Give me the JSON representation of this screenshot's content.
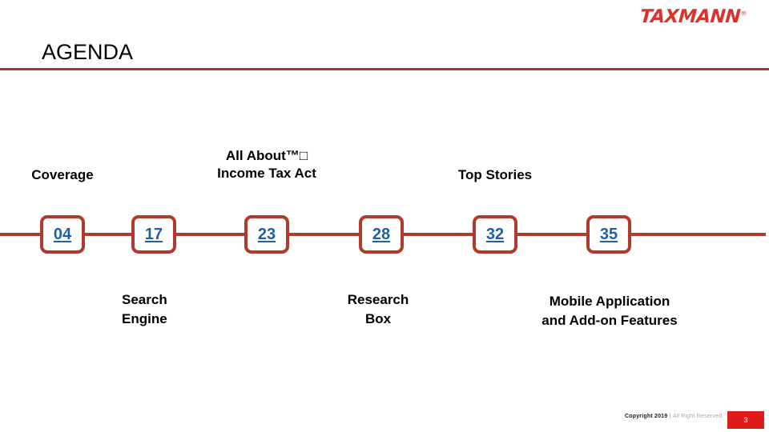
{
  "brand": {
    "logo_text": "TAXMANN",
    "logo_tm": "®",
    "logo_color": "#d9342b"
  },
  "header": {
    "title": "AGENDA",
    "rule_color": "#a63325"
  },
  "timeline": {
    "line_color": "#b03a2b",
    "badge_border_color": "#b03a2b",
    "badge_text_color": "#1f5fa8",
    "badges": [
      {
        "number": "04"
      },
      {
        "number": "17"
      },
      {
        "number": "23"
      },
      {
        "number": "28"
      },
      {
        "number": "32"
      },
      {
        "number": "35"
      }
    ]
  },
  "labels_above": [
    {
      "text": "Coverage"
    },
    {
      "line1": "All About™□",
      "line2": "Income Tax Act"
    },
    {
      "text": "Top Stories"
    }
  ],
  "labels_below": [
    {
      "line1": "Search",
      "line2": "Engine"
    },
    {
      "line1": "Research",
      "line2": "Box"
    },
    {
      "line1": "Mobile Application",
      "line2": "and Add-on Features"
    }
  ],
  "footer": {
    "copyright": "Copyright 2019",
    "separator": "|",
    "rights": "All Right Reserved",
    "page_number": "3",
    "page_badge_color": "#e01b1b"
  }
}
